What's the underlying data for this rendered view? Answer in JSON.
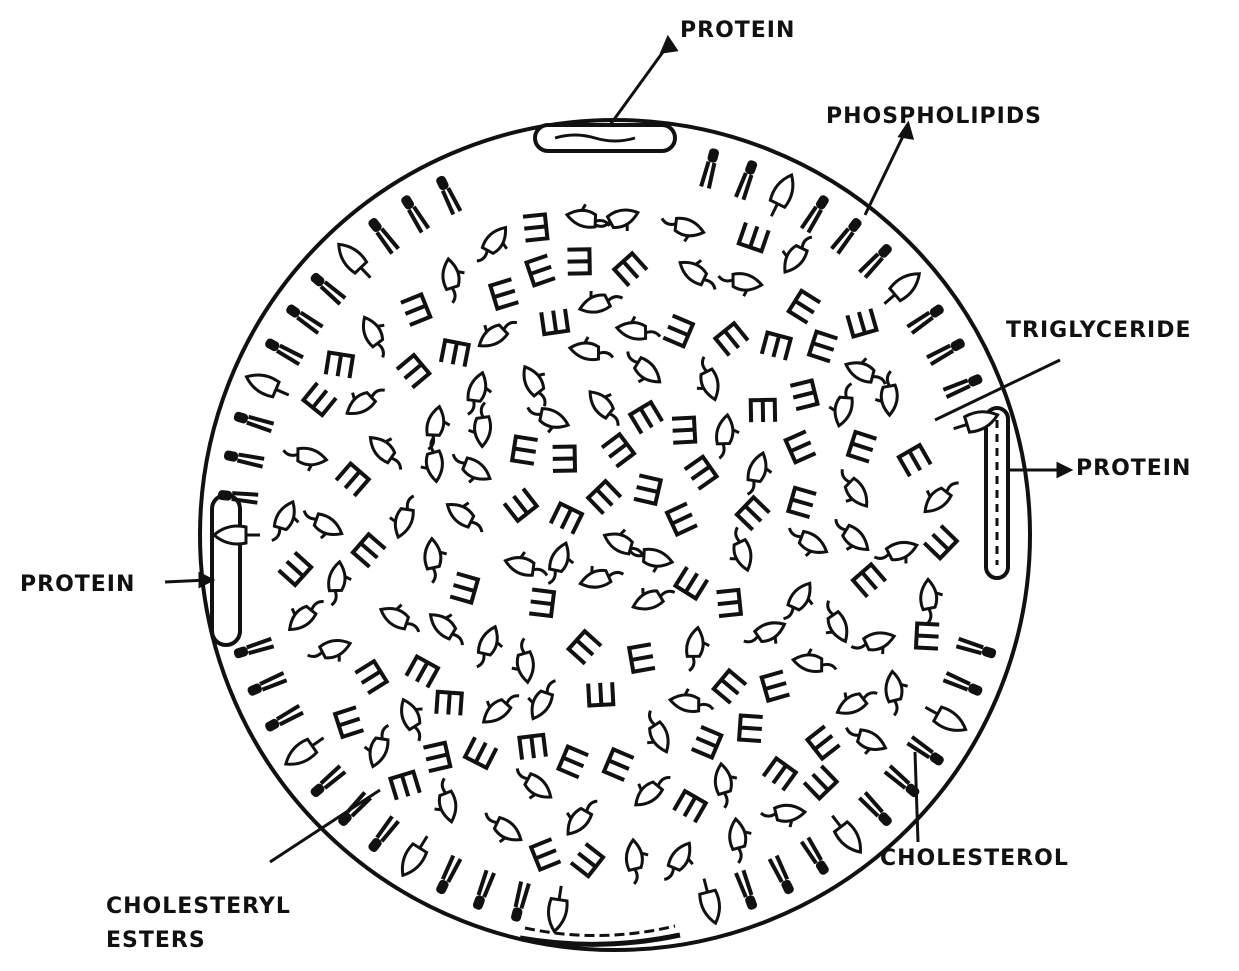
{
  "labels": {
    "protein_top": "PROTEIN",
    "phospholipids": "PHOSPHOLIPIDS",
    "triglyceride": "TRIGLYCERIDE",
    "protein_right": "PROTEIN",
    "protein_left": "PROTEIN",
    "cholesterol": "CHOLESTEROL",
    "cholesteryl_line1": "CHOLESTERYL",
    "cholesteryl_line2": "ESTERS"
  },
  "colors": {
    "ink": "#111111",
    "background": "#ffffff"
  }
}
